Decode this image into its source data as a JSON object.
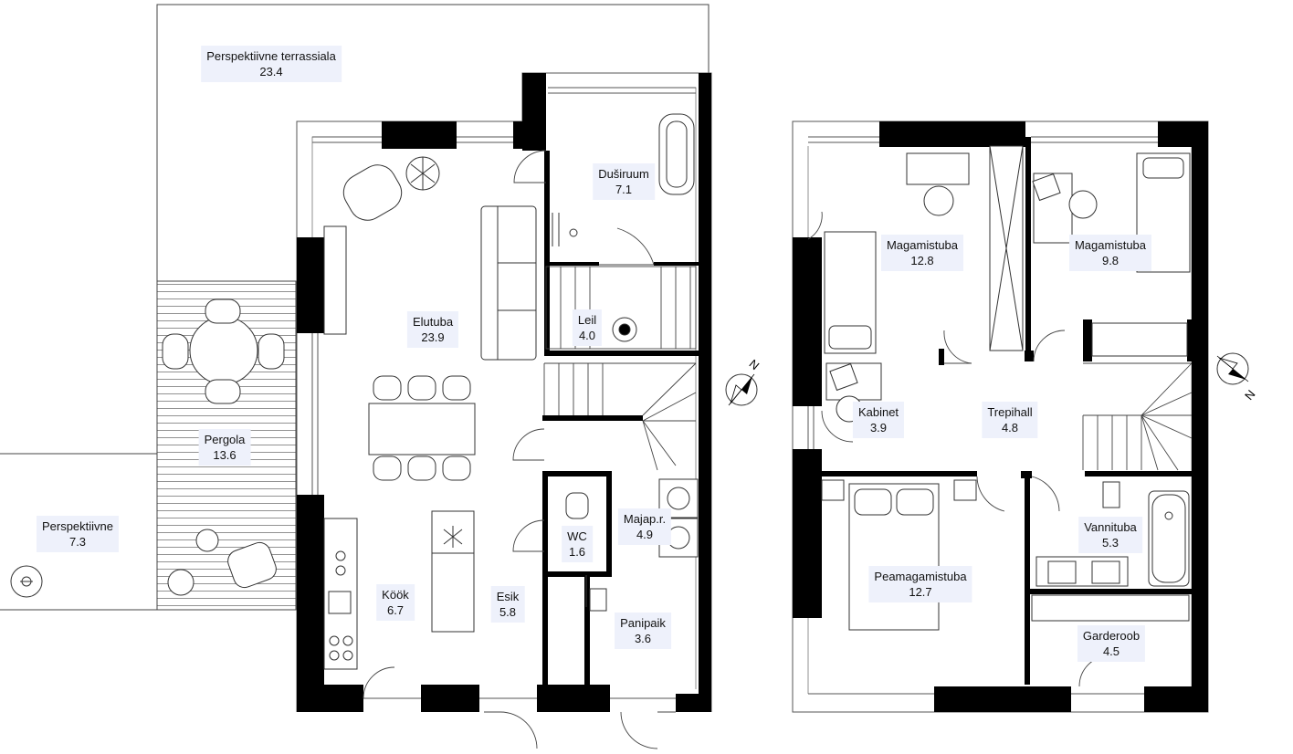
{
  "colors": {
    "wall": "#000000",
    "line": "#444444",
    "label_bg": "#eef1fb",
    "background": "#ffffff"
  },
  "floor1": {
    "rooms": [
      {
        "key": "terrace",
        "name": "Perspektiivne terrassiala",
        "area": "23.4"
      },
      {
        "key": "shower",
        "name": "Duširuum",
        "area": "7.1"
      },
      {
        "key": "living",
        "name": "Elutuba",
        "area": "23.9"
      },
      {
        "key": "sauna",
        "name": "Leil",
        "area": "4.0"
      },
      {
        "key": "pergola",
        "name": "Pergola",
        "area": "13.6"
      },
      {
        "key": "perspective",
        "name": "Perspektiivne",
        "area": "7.3"
      },
      {
        "key": "utility",
        "name": "Majap.r.",
        "area": "4.9"
      },
      {
        "key": "wc",
        "name": "WC",
        "area": "1.6"
      },
      {
        "key": "kitchen",
        "name": "Köök",
        "area": "6.7"
      },
      {
        "key": "hall",
        "name": "Esik",
        "area": "5.8"
      },
      {
        "key": "pantry",
        "name": "Panipaik",
        "area": "3.6"
      }
    ],
    "compass_icon": "north-arrow-icon",
    "north_label": "N"
  },
  "floor2": {
    "rooms": [
      {
        "key": "bed1",
        "name": "Magamistuba",
        "area": "12.8"
      },
      {
        "key": "bed2",
        "name": "Magamistuba",
        "area": "9.8"
      },
      {
        "key": "office",
        "name": "Kabinet",
        "area": "3.9"
      },
      {
        "key": "stairhall",
        "name": "Trepihall",
        "area": "4.8"
      },
      {
        "key": "master",
        "name": "Peamagamistuba",
        "area": "12.7"
      },
      {
        "key": "bath",
        "name": "Vannituba",
        "area": "5.3"
      },
      {
        "key": "wardrobe",
        "name": "Garderoob",
        "area": "4.5"
      }
    ],
    "compass_icon": "north-arrow-icon",
    "north_label": "N"
  }
}
